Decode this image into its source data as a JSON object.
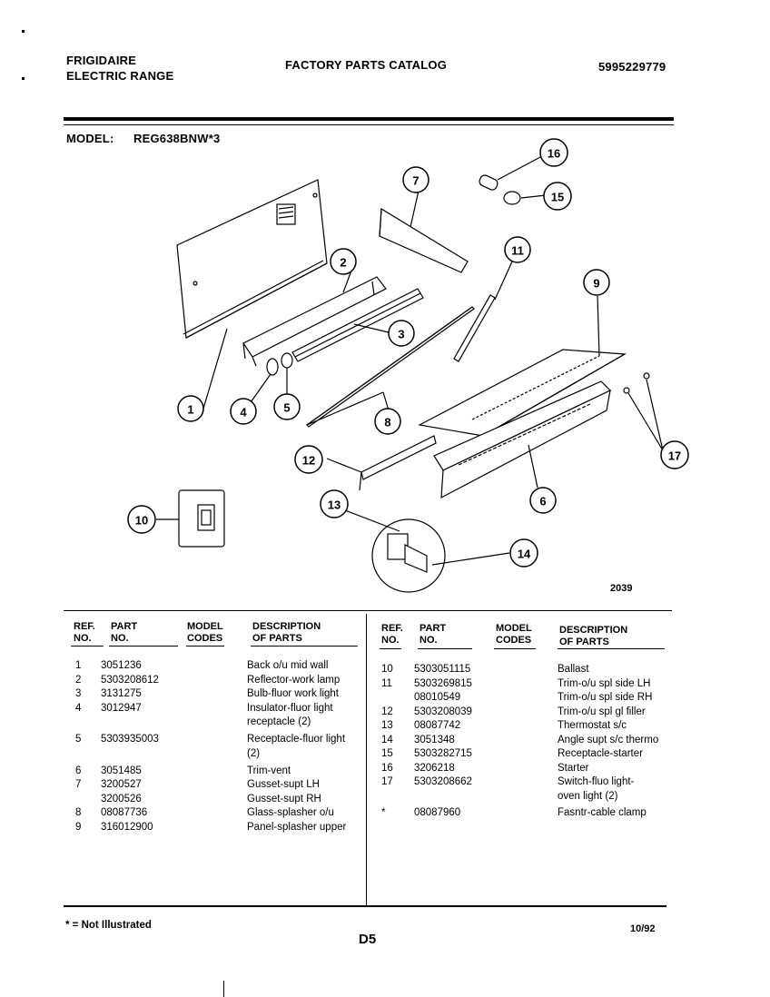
{
  "header": {
    "brand_line1": "FRIGIDAIRE",
    "brand_line2": "ELECTRIC RANGE",
    "title": "FACTORY PARTS CATALOG",
    "catalog_number": "5995229779",
    "model_label": "MODEL:",
    "model_value": "REG638BNW*3"
  },
  "diagram": {
    "figure_number": "2039",
    "callouts": [
      "1",
      "2",
      "3",
      "4",
      "5",
      "6",
      "7",
      "8",
      "9",
      "10",
      "11",
      "12",
      "13",
      "14",
      "15",
      "16",
      "17"
    ]
  },
  "table": {
    "columns": [
      "REF. NO.",
      "PART NO.",
      "MODEL CODES",
      "DESCRIPTION OF PARTS"
    ],
    "col_labels": {
      "ref1": "REF.",
      "ref2": "NO.",
      "part1": "PART",
      "part2": "NO.",
      "model1": "MODEL",
      "model2": "CODES",
      "desc1": "DESCRIPTION",
      "desc2": "OF PARTS"
    },
    "left_rows": [
      {
        "ref": "1",
        "part": "3051236",
        "desc": "Back o/u mid wall"
      },
      {
        "ref": "2",
        "part": "5303208612",
        "desc": "Reflector-work lamp"
      },
      {
        "ref": "3",
        "part": "3131275",
        "desc": "Bulb-fluor work light"
      },
      {
        "ref": "4",
        "part": "3012947",
        "desc": "Insulator-fluor light"
      },
      {
        "ref": "",
        "part": "",
        "desc": "receptacle (2)"
      },
      {
        "ref": "5",
        "part": "5303935003",
        "desc": "Receptacle-fluor light"
      },
      {
        "ref": "",
        "part": "",
        "desc": "(2)"
      },
      {
        "ref": "6",
        "part": "3051485",
        "desc": "Trim-vent"
      },
      {
        "ref": "7",
        "part": "3200527",
        "desc": "Gusset-supt LH"
      },
      {
        "ref": "",
        "part": "3200526",
        "desc": "Gusset-supt RH"
      },
      {
        "ref": "8",
        "part": "08087736",
        "desc": "Glass-splasher o/u"
      },
      {
        "ref": "9",
        "part": "316012900",
        "desc": "Panel-splasher upper"
      }
    ],
    "right_rows": [
      {
        "ref": "10",
        "part": "5303051115",
        "desc": "Ballast"
      },
      {
        "ref": "11",
        "part": "5303269815",
        "desc": "Trim-o/u spl side LH"
      },
      {
        "ref": "",
        "part": "08010549",
        "desc": "Trim-o/u spl side RH"
      },
      {
        "ref": "12",
        "part": "5303208039",
        "desc": "Trim-o/u spl gl filler"
      },
      {
        "ref": "13",
        "part": "08087742",
        "desc": "Thermostat s/c"
      },
      {
        "ref": "14",
        "part": "3051348",
        "desc": "Angle supt s/c thermo"
      },
      {
        "ref": "15",
        "part": "5303282715",
        "desc": "Receptacle-starter"
      },
      {
        "ref": "16",
        "part": "3206218",
        "desc": "Starter"
      },
      {
        "ref": "17",
        "part": "5303208662",
        "desc": "Switch-fluo light-"
      },
      {
        "ref": "",
        "part": "",
        "desc": "oven light (2)"
      },
      {
        "ref": "*",
        "part": "08087960",
        "desc": "Fasntr-cable clamp"
      }
    ]
  },
  "footer": {
    "note": "* = Not Illustrated",
    "page_code": "D5",
    "date": "10/92"
  }
}
